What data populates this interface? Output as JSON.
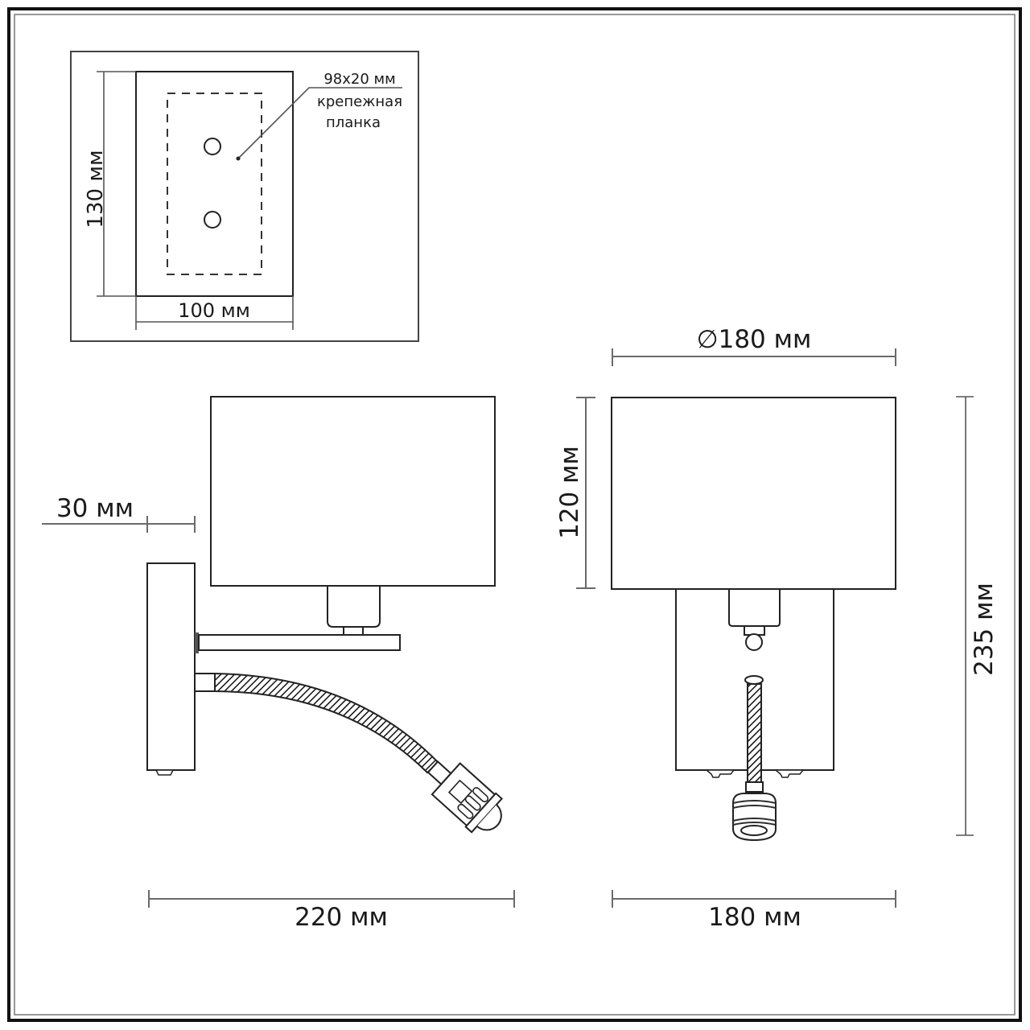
{
  "drawing": {
    "title": "Wall lamp dimension drawing",
    "colors": {
      "line": "#222222",
      "dimension": "#6a6a6a",
      "frame": "#111111",
      "background": "#ffffff"
    }
  },
  "mounting_inset": {
    "plate_label_size": "98x20 мм",
    "plate_label_line1": "крепежная",
    "plate_label_line2": "планка",
    "height_label": "130 мм",
    "width_label": "100 мм"
  },
  "side_view": {
    "projection_label": "30 мм",
    "total_width_label": "220 мм"
  },
  "front_view": {
    "diameter_label": "∅180 мм",
    "shade_height_label": "120 мм",
    "total_height_label": "235 мм",
    "width_label": "180 мм"
  }
}
